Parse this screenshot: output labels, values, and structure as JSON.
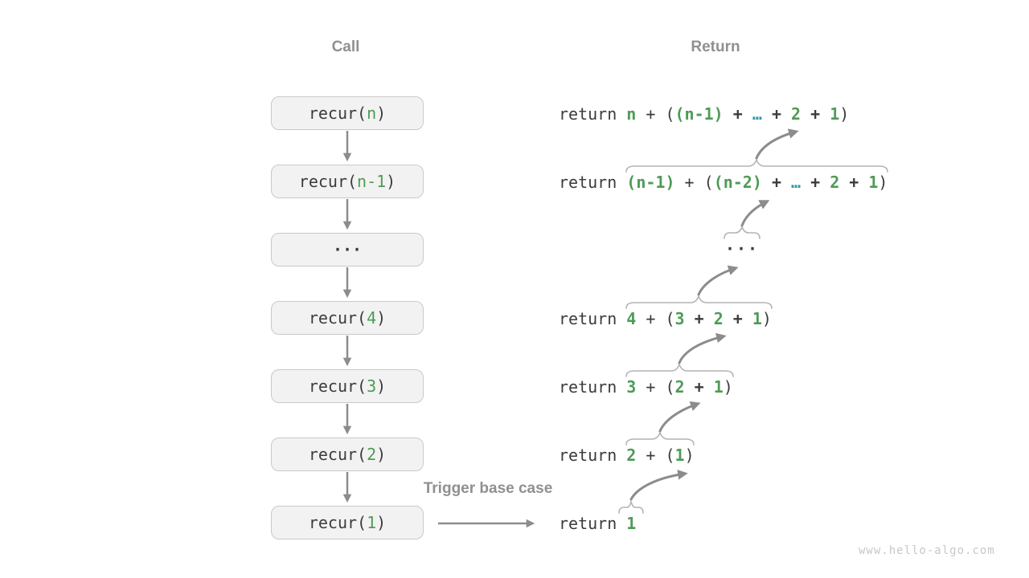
{
  "colors": {
    "dark": "#3c3c3c",
    "green": "#4e9b56",
    "teal": "#2e9ba6",
    "header_gray": "#909090",
    "arrow_gray": "#8c8c8c",
    "brace_gray": "#b4b4b4",
    "box_fill": "#f2f2f2",
    "box_border": "#c9c9c9",
    "watermark_gray": "#c8c8c8"
  },
  "headers": {
    "call": "Call",
    "return": "Return"
  },
  "trigger_label": "Trigger base case",
  "watermark": "www.hello-algo.com",
  "call_stack": [
    {
      "name": "recur-n",
      "segments": [
        {
          "t": "recur(",
          "c": "dark"
        },
        {
          "t": "n",
          "c": "green"
        },
        {
          "t": ")",
          "c": "dark"
        }
      ]
    },
    {
      "name": "recur-n-1",
      "segments": [
        {
          "t": "recur(",
          "c": "dark"
        },
        {
          "t": "n-1",
          "c": "green"
        },
        {
          "t": ")",
          "c": "dark"
        }
      ]
    },
    {
      "name": "ellipsis",
      "segments": [
        {
          "t": "···",
          "c": "dark",
          "b": true
        }
      ]
    },
    {
      "name": "recur-4",
      "segments": [
        {
          "t": "recur(",
          "c": "dark"
        },
        {
          "t": "4",
          "c": "green"
        },
        {
          "t": ")",
          "c": "dark"
        }
      ]
    },
    {
      "name": "recur-3",
      "segments": [
        {
          "t": "recur(",
          "c": "dark"
        },
        {
          "t": "3",
          "c": "green"
        },
        {
          "t": ")",
          "c": "dark"
        }
      ]
    },
    {
      "name": "recur-2",
      "segments": [
        {
          "t": "recur(",
          "c": "dark"
        },
        {
          "t": "2",
          "c": "green"
        },
        {
          "t": ")",
          "c": "dark"
        }
      ]
    },
    {
      "name": "recur-1",
      "segments": [
        {
          "t": "recur(",
          "c": "dark"
        },
        {
          "t": "1",
          "c": "green"
        },
        {
          "t": ")",
          "c": "dark"
        }
      ]
    }
  ],
  "return_lines": [
    {
      "name": "return-n",
      "segments": [
        {
          "t": "return ",
          "c": "dark"
        },
        {
          "t": "n",
          "c": "green",
          "b": true
        },
        {
          "t": " + ",
          "c": "dark"
        },
        {
          "t": "(",
          "c": "dark"
        },
        {
          "t": "(n-1)",
          "c": "green",
          "b": true
        },
        {
          "t": " + ",
          "c": "dark",
          "b": true
        },
        {
          "t": "…",
          "c": "teal",
          "b": true
        },
        {
          "t": " + ",
          "c": "dark",
          "b": true
        },
        {
          "t": "2",
          "c": "green",
          "b": true
        },
        {
          "t": " + ",
          "c": "dark",
          "b": true
        },
        {
          "t": "1",
          "c": "green",
          "b": true
        },
        {
          "t": ")",
          "c": "dark"
        }
      ]
    },
    {
      "name": "return-n-1",
      "segments": [
        {
          "t": "return ",
          "c": "dark"
        },
        {
          "t": "(n-1)",
          "c": "green",
          "b": true
        },
        {
          "t": " + ",
          "c": "dark"
        },
        {
          "t": "(",
          "c": "dark"
        },
        {
          "t": "(n-2)",
          "c": "green",
          "b": true
        },
        {
          "t": " + ",
          "c": "dark",
          "b": true
        },
        {
          "t": "…",
          "c": "teal",
          "b": true
        },
        {
          "t": " + ",
          "c": "dark",
          "b": true
        },
        {
          "t": "2",
          "c": "green",
          "b": true
        },
        {
          "t": " + ",
          "c": "dark",
          "b": true
        },
        {
          "t": "1",
          "c": "green",
          "b": true
        },
        {
          "t": ")",
          "c": "dark"
        }
      ]
    },
    {
      "name": "return-4",
      "segments": [
        {
          "t": "return ",
          "c": "dark"
        },
        {
          "t": "4",
          "c": "green",
          "b": true
        },
        {
          "t": " + ",
          "c": "dark"
        },
        {
          "t": "(",
          "c": "dark"
        },
        {
          "t": "3",
          "c": "green",
          "b": true
        },
        {
          "t": " + ",
          "c": "dark",
          "b": true
        },
        {
          "t": "2",
          "c": "green",
          "b": true
        },
        {
          "t": " + ",
          "c": "dark",
          "b": true
        },
        {
          "t": "1",
          "c": "green",
          "b": true
        },
        {
          "t": ")",
          "c": "dark"
        }
      ]
    },
    {
      "name": "return-3",
      "segments": [
        {
          "t": "return ",
          "c": "dark"
        },
        {
          "t": "3",
          "c": "green",
          "b": true
        },
        {
          "t": " + ",
          "c": "dark"
        },
        {
          "t": "(",
          "c": "dark"
        },
        {
          "t": "2",
          "c": "green",
          "b": true
        },
        {
          "t": " + ",
          "c": "dark",
          "b": true
        },
        {
          "t": "1",
          "c": "green",
          "b": true
        },
        {
          "t": ")",
          "c": "dark"
        }
      ]
    },
    {
      "name": "return-2",
      "segments": [
        {
          "t": "return ",
          "c": "dark"
        },
        {
          "t": "2",
          "c": "green",
          "b": true
        },
        {
          "t": " + ",
          "c": "dark"
        },
        {
          "t": "(",
          "c": "dark"
        },
        {
          "t": "1",
          "c": "green",
          "b": true
        },
        {
          "t": ")",
          "c": "dark"
        }
      ]
    },
    {
      "name": "return-1",
      "segments": [
        {
          "t": "return ",
          "c": "dark"
        },
        {
          "t": "1",
          "c": "green",
          "b": true
        }
      ]
    }
  ],
  "return_ellipsis": {
    "segments": [
      {
        "t": "···",
        "c": "dark",
        "b": true
      }
    ]
  }
}
